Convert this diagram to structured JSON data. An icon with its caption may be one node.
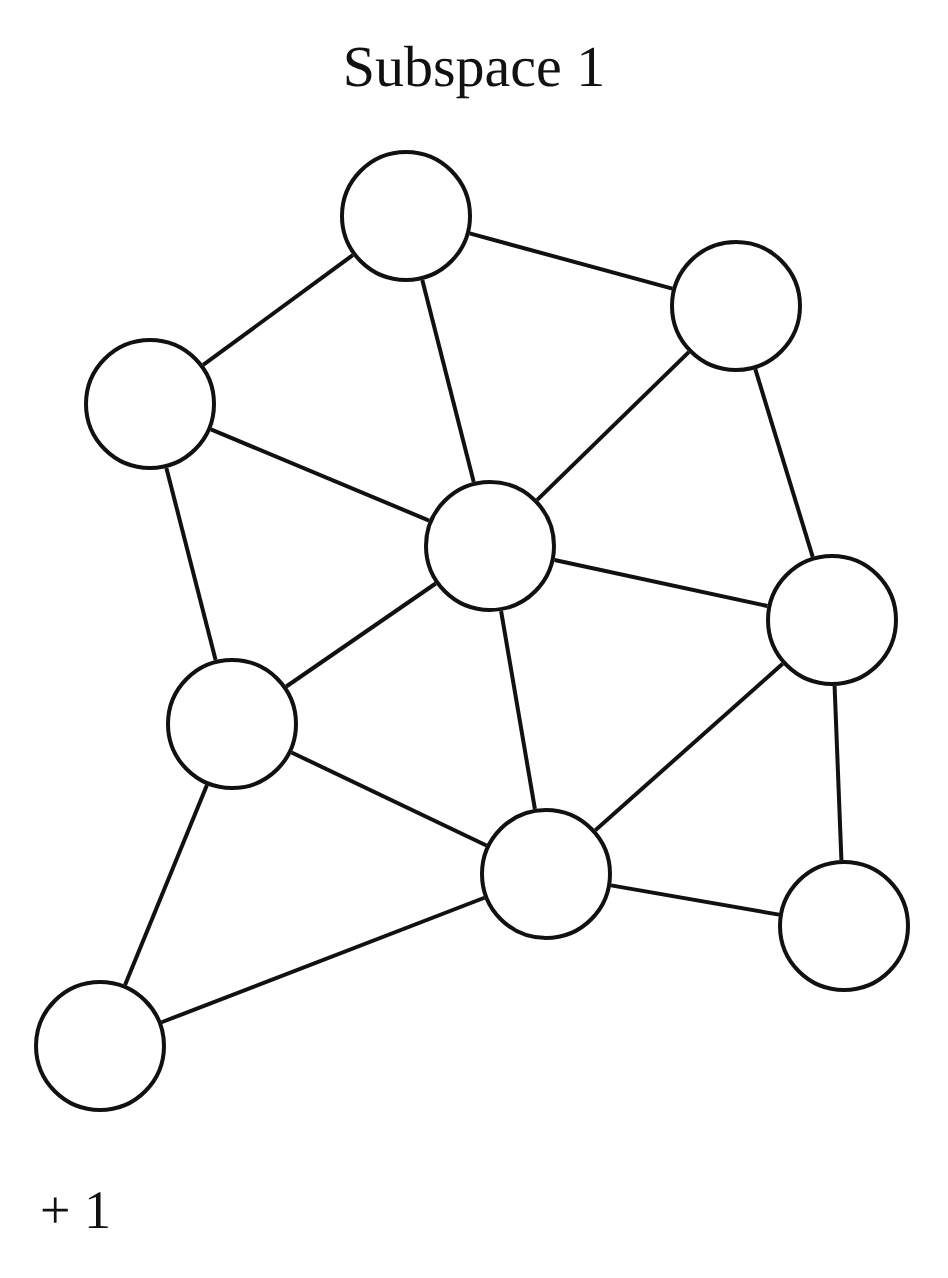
{
  "diagram": {
    "title": "Subspace 1",
    "nodes": [
      {
        "text": [],
        "shape": "circle"
      },
      {
        "text": [],
        "shape": "circle"
      },
      {
        "text": [],
        "shape": "circle"
      },
      {
        "text": [],
        "shape": "circle"
      },
      {
        "text": [],
        "shape": "circle"
      },
      {
        "text": [],
        "shape": "circle"
      },
      {
        "text": [],
        "shape": "circle"
      },
      {
        "text": [],
        "shape": "circle"
      },
      {
        "text": [],
        "shape": "circle"
      }
    ],
    "edges": [
      {
        "from": 0,
        "to": 2,
        "arrow": "none"
      },
      {
        "from": 0,
        "to": 1,
        "arrow": "none"
      },
      {
        "from": 0,
        "to": 3,
        "arrow": "none"
      },
      {
        "from": 2,
        "to": 3,
        "arrow": "none"
      },
      {
        "from": 2,
        "to": 5,
        "arrow": "none"
      },
      {
        "from": 1,
        "to": 3,
        "arrow": "none"
      },
      {
        "from": 1,
        "to": 4,
        "arrow": "none"
      },
      {
        "from": 3,
        "to": 4,
        "arrow": "none"
      },
      {
        "from": 3,
        "to": 5,
        "arrow": "none"
      },
      {
        "from": 3,
        "to": 6,
        "arrow": "none"
      },
      {
        "from": 5,
        "to": 6,
        "arrow": "none"
      },
      {
        "from": 4,
        "to": 6,
        "arrow": "none"
      },
      {
        "from": 4,
        "to": 7,
        "arrow": "none"
      },
      {
        "from": 6,
        "to": 7,
        "arrow": "none"
      },
      {
        "from": 5,
        "to": 8,
        "arrow": "none"
      },
      {
        "from": 8,
        "to": 6,
        "arrow": "none"
      }
    ],
    "labels": [
      "+ 1"
    ]
  }
}
